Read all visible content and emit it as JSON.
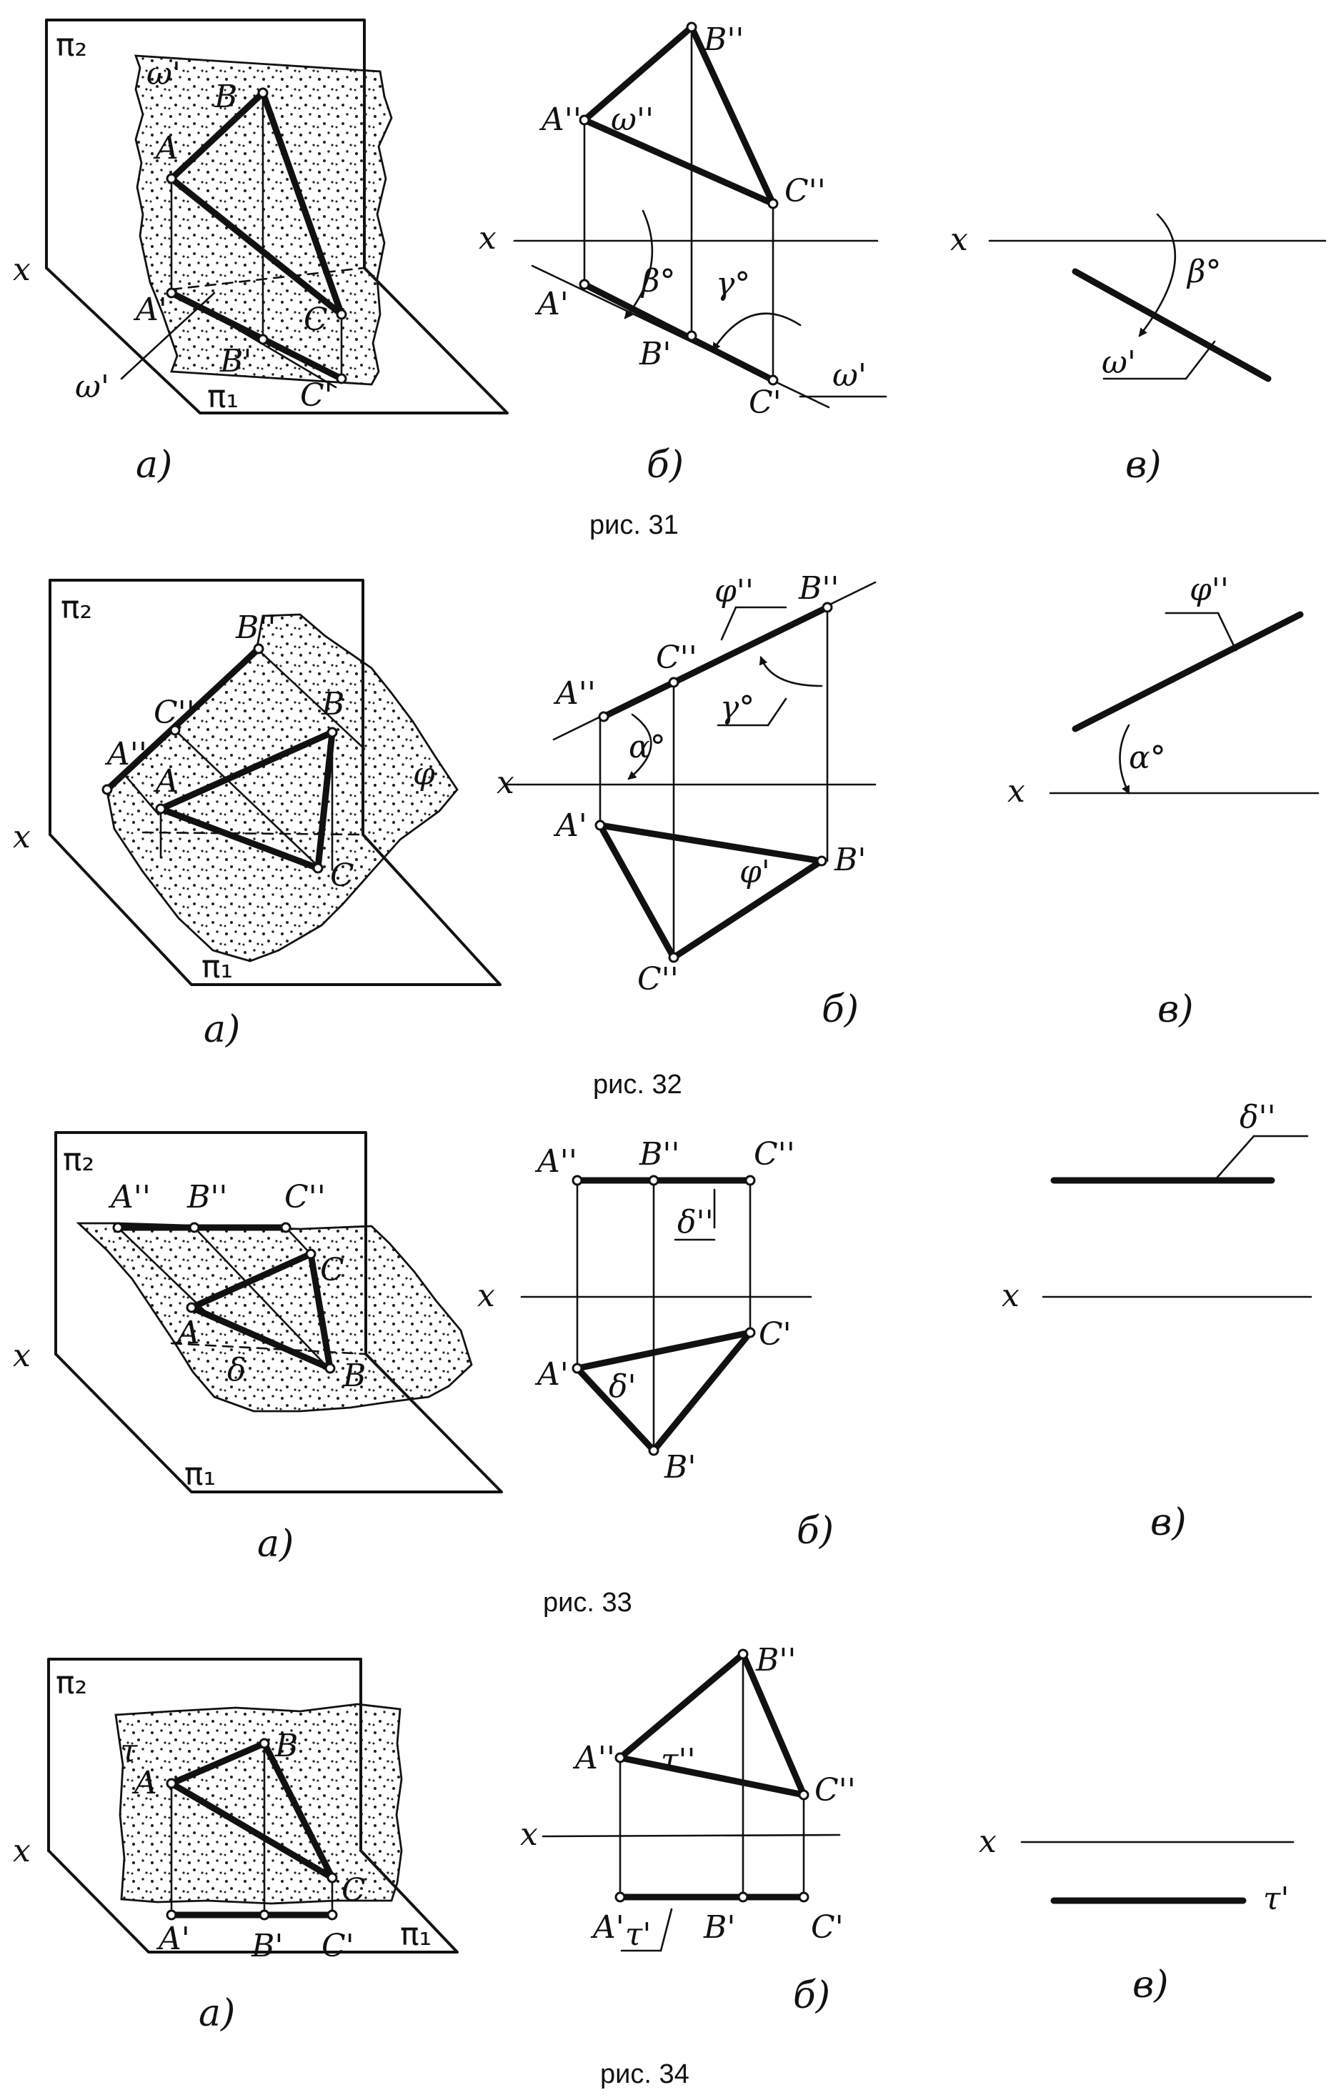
{
  "figures": [
    {
      "caption": "рис. 31",
      "plane_name": "ω",
      "views": {
        "a": {
          "sublabel": "а)",
          "labels": {
            "pi2": "π₂",
            "pi1": "π₁",
            "x": "x",
            "w": "ω'",
            "w_trace": "ω'",
            "A": "A",
            "B": "B",
            "C": "C",
            "A1": "A'",
            "B1": "B'",
            "C1": "C'"
          }
        },
        "b": {
          "sublabel": "б)",
          "labels": {
            "x": "x",
            "A2": "A''",
            "B2": "B''",
            "C2": "C''",
            "w2": "ω''",
            "A1": "A'",
            "B1": "B'",
            "C1": "C'",
            "w1": "ω'",
            "beta": "β°",
            "gamma": "γ°"
          }
        },
        "c": {
          "sublabel": "в)",
          "labels": {
            "x": "x",
            "beta": "β°",
            "w1": "ω'"
          }
        }
      }
    },
    {
      "caption": "рис. 32",
      "plane_name": "φ",
      "views": {
        "a": {
          "sublabel": "а)",
          "labels": {
            "pi2": "π₂",
            "pi1": "π₁",
            "x": "x",
            "phi": "φ",
            "A2": "A''",
            "B2": "B''",
            "C2": "C''",
            "A": "A",
            "B": "B",
            "C": "C"
          }
        },
        "b": {
          "sublabel": "б)",
          "labels": {
            "x": "x",
            "A2": "A''",
            "B2": "B''",
            "C2": "C''",
            "phi2": "φ''",
            "A1": "A'",
            "B1": "B'",
            "C1": "C''",
            "phi1": "φ'",
            "alpha": "α°",
            "gamma": "γ°"
          }
        },
        "c": {
          "sublabel": "в)",
          "labels": {
            "x": "x",
            "phi2": "φ''",
            "alpha": "α°"
          }
        }
      }
    },
    {
      "caption": "рис. 33",
      "plane_name": "δ",
      "views": {
        "a": {
          "sublabel": "а)",
          "labels": {
            "pi2": "π₂",
            "pi1": "π₁",
            "x": "x",
            "delta": "δ",
            "A2": "A''",
            "B2": "B''",
            "C2": "C''",
            "A": "A",
            "B": "B",
            "C": "C"
          }
        },
        "b": {
          "sublabel": "б)",
          "labels": {
            "x": "x",
            "A2": "A''",
            "B2": "B''",
            "C2": "C''",
            "d2": "δ''",
            "A1": "A'",
            "B1": "B'",
            "C1": "C'",
            "d1": "δ'"
          }
        },
        "c": {
          "sublabel": "в)",
          "labels": {
            "x": "x",
            "d2": "δ''"
          }
        }
      }
    },
    {
      "caption": "рис. 34",
      "plane_name": "τ",
      "views": {
        "a": {
          "sublabel": "а)",
          "labels": {
            "pi2": "π₂",
            "pi1": "π₁",
            "x": "x",
            "tau": "τ",
            "A": "A",
            "B": "B",
            "C": "C",
            "A1": "A'",
            "B1": "B'",
            "C1": "C'"
          }
        },
        "b": {
          "sublabel": "б)",
          "labels": {
            "x": "x",
            "A2": "A''",
            "B2": "B''",
            "C2": "C''",
            "t2": "τ''",
            "A1": "A'",
            "B1": "B'",
            "C1": "C'",
            "t1": "τ'"
          }
        },
        "c": {
          "sublabel": "в)",
          "labels": {
            "x": "x",
            "t1": "τ'"
          }
        }
      }
    }
  ]
}
